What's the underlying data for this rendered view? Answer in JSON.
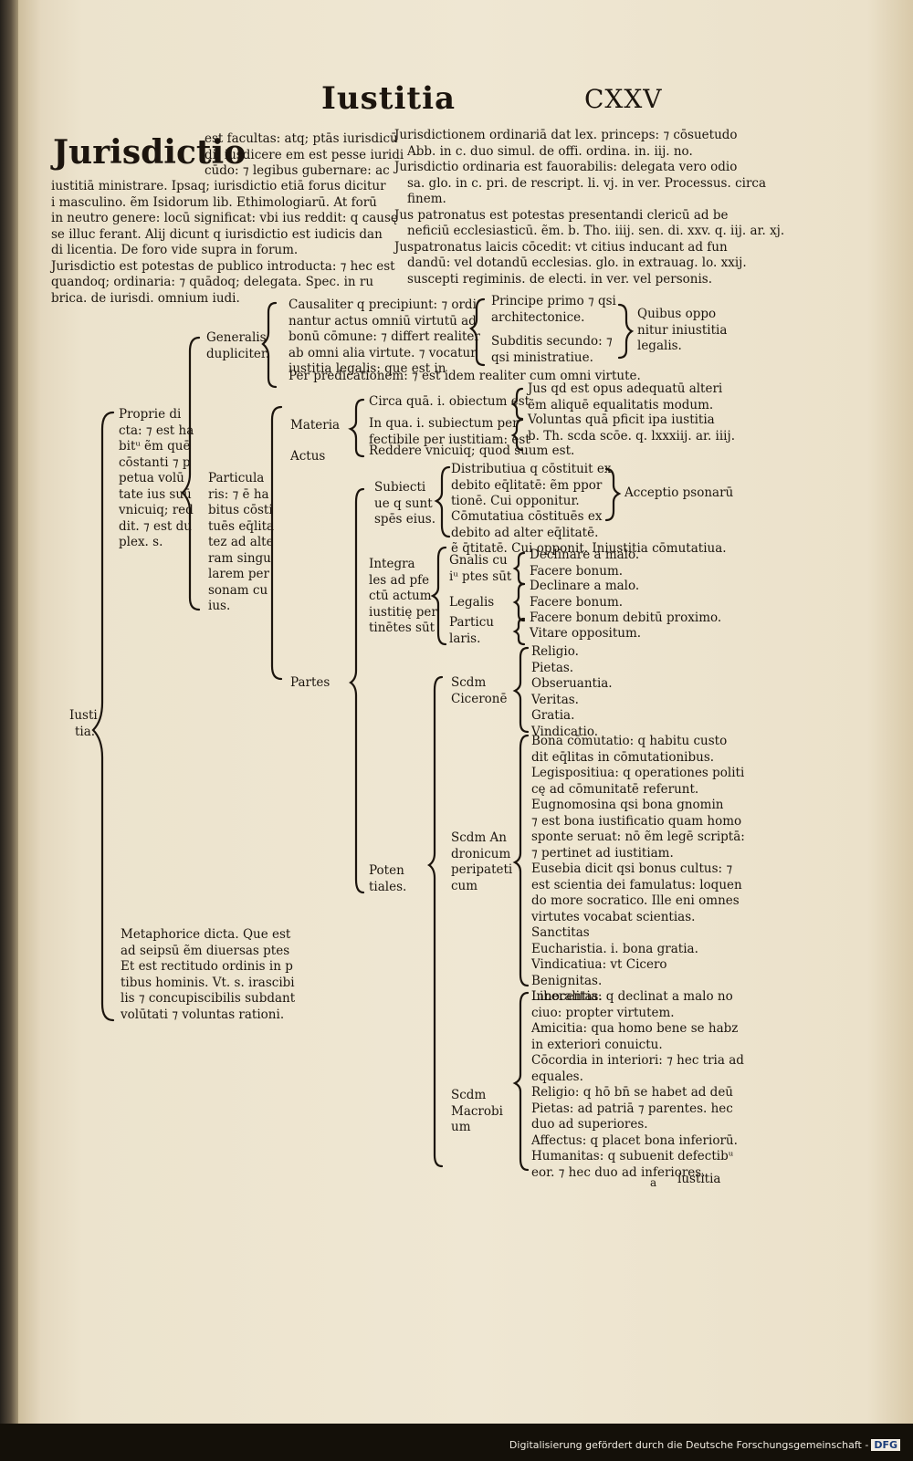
{
  "header": {
    "title": "Iustitia",
    "folio": "CXXV"
  },
  "entry": {
    "headword": "Jurisdictio"
  },
  "left_col": {
    "lines": [
      "iustitiā ministrare. Ipsaq; iurisdictio etiā forus dicitur",
      "i masculino. ẽm Isidorum lib. Ethimologiarū. At forū",
      "in neutro genere: locū significat: vbi ius reddit: q causę",
      "se illuc ferant. Alij dicunt q iurisdictio est iudicis dan",
      "di licentia. De foro vide supra in forum.",
      "Jurisdictio est potestas de publico introducta: ⁊ hec est",
      "quandoq; ordinaria: ⁊ quādoq; delegata. Spec. in ru",
      "brica. de iurisdi. omnium iudi."
    ],
    "beside_head": [
      "est facultas: atq; ptās iurisdicū",
      "di: iusdicere em est pesse iuridi",
      "cūdo: ⁊ legibus gubernare: ac"
    ]
  },
  "right_col": {
    "lines": [
      "Jurisdictionem ordinariā dat lex. princeps: ⁊ cōsuetudo",
      "Abb. in c. duo simul. de offi. ordina. in. iij. no.",
      "Jurisdictio ordinaria est fauorabilis: delegata vero odio",
      "sa. glo. in c. pri. de rescript. li. vj. in ver. Processus. circa",
      "finem.",
      "Jus patronatus est potestas presentandi clericū ad be",
      "neficiū ecclesiasticū. ẽm. b. Tho. iiij. sen. di. xxv. q. iij. ar. xj.",
      "Juspatronatus laicis cōcedit: vt citius inducant ad fun",
      "dandū: vel dotandū ecclesias. glo. in extrauag. lo. xxij.",
      "suscepti regiminis. de electi. in ver. vel personis."
    ]
  },
  "tree": {
    "root": [
      "Iusti",
      "tia."
    ],
    "proprie": [
      "Proprie di",
      "cta: ⁊ est ha",
      "bitᵘ ẽm quē",
      "cōstanti ⁊ p",
      "petua volū",
      "tate ius suū",
      "vnicuiq; red",
      "dit. ⁊ est du",
      "plex. s."
    ],
    "metaphorice": [
      "Metaphorice dicta. Que est",
      "ad seipsū ẽm diuersas ptes",
      "Et est rectitudo ordinis in p",
      "tibus hominis. Vt. s. irascibi",
      "lis ⁊ concupiscibilis subdant",
      "volūtati ⁊ voluntas rationi."
    ],
    "generalis": [
      "Generalis",
      "dupliciter."
    ],
    "causaliter": [
      "Causaliter q precipiunt: ⁊ ordi",
      "nantur actus omniū virtutū ad",
      "bonū cōmune: ⁊ differt realiter",
      "ab omni alia virtute. ⁊ vocatur",
      "iustitia legalis: que est in"
    ],
    "principe": [
      "Principe primo ⁊ qsi",
      "architectonice."
    ],
    "subditis": [
      "Subditis secundo: ⁊",
      "qsi ministratiue."
    ],
    "quibus": [
      "Quibus oppo",
      "nitur iniustitia",
      "legalis."
    ],
    "per_pred": "Per predicationem: ⁊ est idem realiter cum omni virtute.",
    "particularis": [
      "Particula",
      "ris: ⁊ ē ha",
      "bitus cōsti",
      "tuēs eq̄lita",
      "tez ad alte",
      "ram singu",
      "larem per",
      "sonam cu",
      "ius."
    ],
    "materia": "Materia",
    "actus": "Actus",
    "circa": "Circa quā. i. obiectum est",
    "in_qua": [
      "In qua. i. subiectum per",
      "fectibile per iustitiam: est"
    ],
    "ius_qd": [
      "Jus qd est opus adequatū alteri",
      "ẽm aliquē equalitatis modum."
    ],
    "voluntas": [
      "Voluntas quā pficit ipa iustitia",
      "b. Th. scda scōe. q. lxxxiij. ar. iiij."
    ],
    "reddere": "Reddere vnicuiq; quod suum est.",
    "partes": "Partes",
    "subiectiue": [
      "Subiecti",
      "ue q sunt",
      "spēs eius."
    ],
    "distributiua": [
      "Distributiua q cōstituit ex",
      "debito eq̄litatē: ẽm ppor",
      "tionē. Cui opponitur."
    ],
    "acceptio": "Acceptio psonarū",
    "comutatiua": [
      "Cōmutatiua cōstituēs ex",
      "debito ad alter eq̄litatē.",
      "ẽ q̄titatē. Cui opponit. Iniustitia cōmutatiua."
    ],
    "integrales": [
      "Integra",
      "les ad pfe",
      "ctū actum",
      "iustitię per",
      "tinētes sūt"
    ],
    "generalis_cui": [
      "Gnalis cu",
      "iᵘ ptes sūt"
    ],
    "gen_items": [
      "Declinare a malo.",
      "Facere bonum."
    ],
    "legalis": "Legalis",
    "leg_items": [
      "Declinare a malo.",
      "Facere bonum.",
      "Facere bonum debitū proximo."
    ],
    "particularis2": [
      "Particu",
      "laris."
    ],
    "part2_items": [
      "Vitare oppositum."
    ],
    "potentiales": [
      "Poten",
      "tiales."
    ],
    "scdm_cicerone": [
      "Scdm",
      "Ciceronē"
    ],
    "cicero_items": [
      "Religio.",
      "Pietas.",
      "Obseruantia.",
      "Veritas.",
      "Gratia.",
      "Vindicatio."
    ],
    "scdm_andronicum": [
      "Scdm An",
      "dronicum",
      "peripateti",
      "cum"
    ],
    "andronicus_items": [
      "Bona cōmutatio: q habitu custo",
      "dit eq̄litas in cōmutationibus.",
      "Legispositiua: q operationes politi",
      "cę ad cōmunitatē referunt.",
      "Eugnomosina qsi bona gnomin",
      "⁊ est bona iustificatio quam homo",
      "sponte seruat: nō ẽm legē scriptā:",
      "⁊ pertinet ad iustitiam.",
      "Eusebia dicit qsi bonus cultus: ⁊",
      "est scientia dei famulatus: loquen",
      "do more socratico. Ille eni omnes",
      "virtutes vocabat scientias.",
      "Sanctitas",
      "Eucharistia. i. bona gratia.",
      "Vindicatiua: vt Cicero",
      "Benignitas.",
      "Liberalitas."
    ],
    "scdm_macrobium": [
      "Scdm",
      "Macrobi",
      "um"
    ],
    "macrobius_items": [
      "Innocentia: q declinat a malo no",
      "ciuo: propter virtutem.",
      "Amicitia: qua homo bene se habz",
      "in exteriori conuictu.",
      "Cōcordia in interiori: ⁊ hec tria ad",
      "equales.",
      "Religio: q hō bn̄ se habet ad deū",
      "Pietas: ad patriā ⁊ parentes. hec",
      "duo ad superiores.",
      "Affectus: q placet bona inferiorū.",
      "Humanitas: q subuenit defectibᵘ",
      "eor. ⁊ hec duo ad inferiores."
    ]
  },
  "catchword": {
    "signature": "a",
    "word": "iustitia"
  },
  "footer": {
    "text": "Digitalisierung gefördert durch die Deutsche Forschungsgemeinschaft -",
    "logo": "DFG"
  },
  "colors": {
    "paper": "#efe7d3",
    "ink": "#1c150e",
    "background": "#15110c"
  }
}
